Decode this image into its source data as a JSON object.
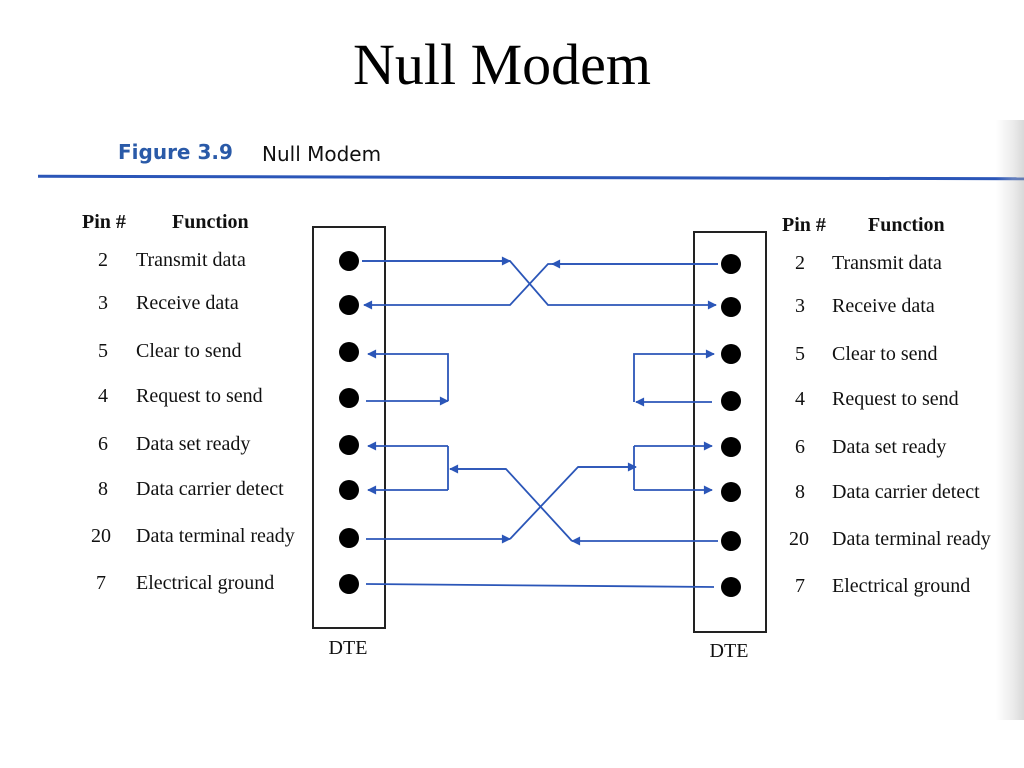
{
  "title": "Null Modem",
  "figure": {
    "label": "Figure 3.9",
    "caption": "Null Modem"
  },
  "left": {
    "pin_header": "Pin #",
    "function_header": "Function",
    "connector_label": "DTE",
    "rows": [
      {
        "pin": "2",
        "function": "Transmit data"
      },
      {
        "pin": "3",
        "function": "Receive data"
      },
      {
        "pin": "5",
        "function": "Clear to send"
      },
      {
        "pin": "4",
        "function": "Request to send"
      },
      {
        "pin": "6",
        "function": "Data set ready"
      },
      {
        "pin": "8",
        "function": "Data carrier detect"
      },
      {
        "pin": "20",
        "function": "Data terminal ready"
      },
      {
        "pin": "7",
        "function": "Electrical ground"
      }
    ]
  },
  "right": {
    "pin_header": "Pin #",
    "function_header": "Function",
    "connector_label": "DTE",
    "rows": [
      {
        "pin": "2",
        "function": "Transmit data"
      },
      {
        "pin": "3",
        "function": "Receive data"
      },
      {
        "pin": "5",
        "function": "Clear to send"
      },
      {
        "pin": "4",
        "function": "Request to send"
      },
      {
        "pin": "6",
        "function": "Data set ready"
      },
      {
        "pin": "8",
        "function": "Data carrier detect"
      },
      {
        "pin": "20",
        "function": "Data terminal ready"
      },
      {
        "pin": "7",
        "function": "Electrical ground"
      }
    ]
  },
  "colors": {
    "wire": "#2b56b8",
    "pin_dot": "#000000",
    "rule": "#2b56b8"
  }
}
